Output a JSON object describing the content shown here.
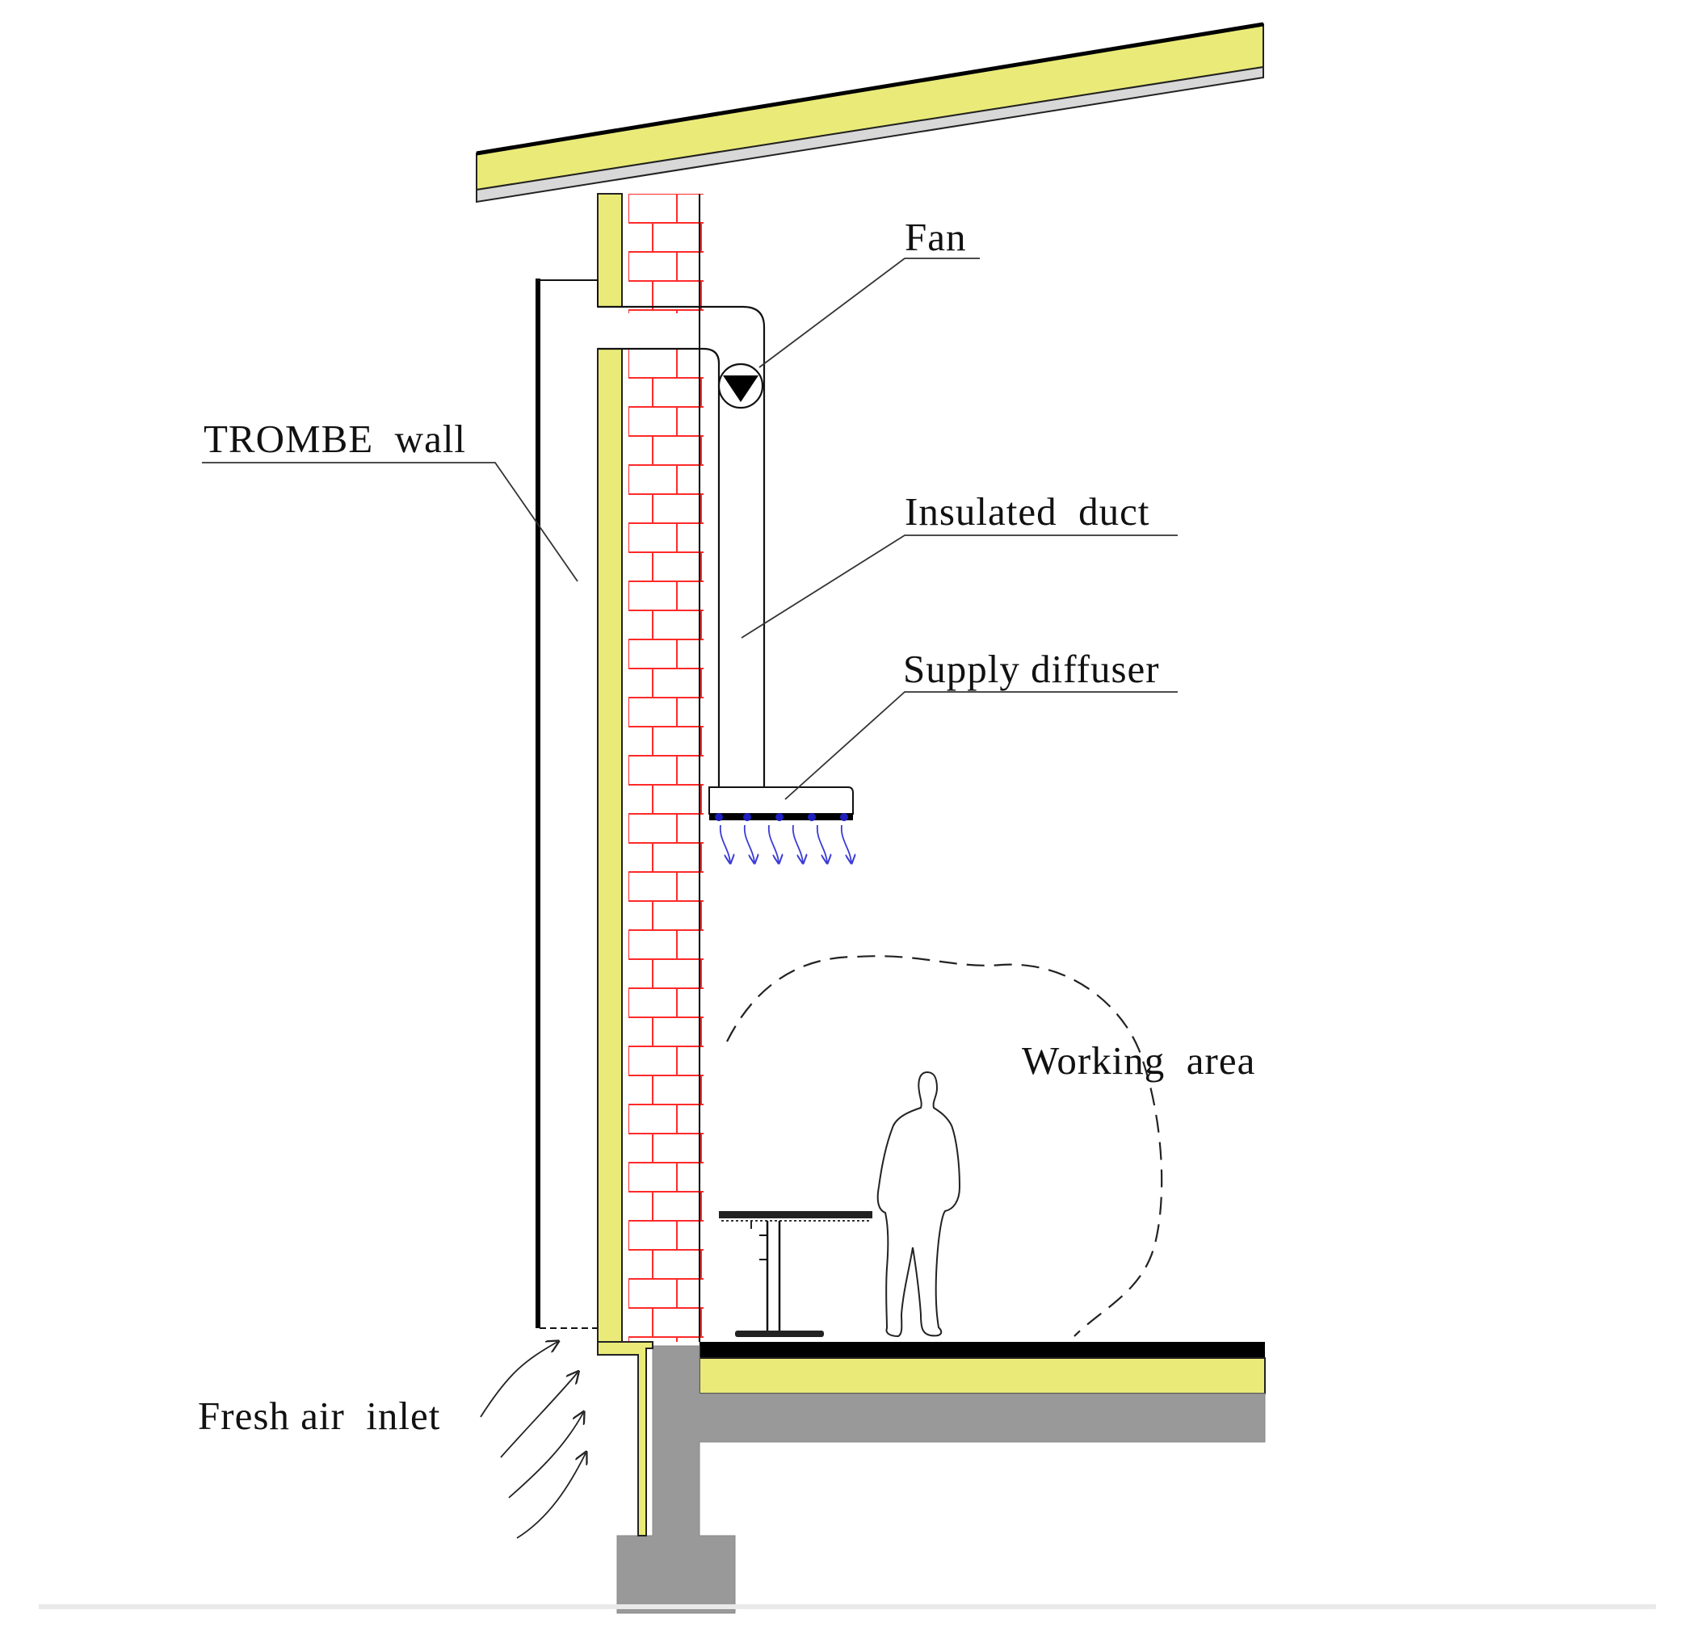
{
  "labels": {
    "fan": "Fan",
    "trombe_wall": "TROMBE  wall",
    "insulated_duct": "Insulated  duct",
    "supply_diffuser": "Supply diffuser",
    "working_area": "Working  area",
    "fresh_air_inlet": "Fresh air  inlet"
  },
  "colors": {
    "insulation": "#eaea78",
    "brick": "#ff2a2a",
    "concrete": "#999999",
    "floor_finish": "#000000",
    "airflow_arrow": "#3b3bd6",
    "diffuser_dot": "#1f1fbf"
  }
}
